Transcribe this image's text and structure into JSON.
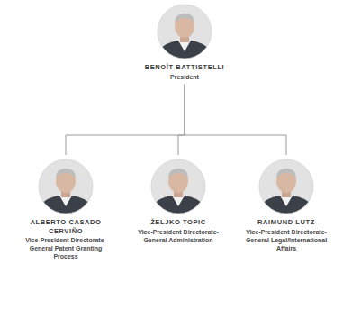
{
  "diagram": {
    "nodes": [
      {
        "text": [
          "BENOÎT BATTISTELLI",
          "President"
        ]
      },
      {
        "text": [
          "ALBERTO CASADO CERVIÑO",
          "Vice-President Directorate-General Patent Granting Process"
        ]
      },
      {
        "text": [
          "ŽELJKO TOPIC",
          "Vice-President Directorate-General Administration"
        ]
      },
      {
        "text": [
          "RAIMUND LUTZ",
          "Vice-President Directorate-General Legal/International Affairs"
        ]
      }
    ],
    "edges": [
      {
        "from": 0,
        "to": 1,
        "arrow": "none"
      },
      {
        "from": 0,
        "to": 2,
        "arrow": "none"
      },
      {
        "from": 0,
        "to": 3,
        "arrow": "none"
      }
    ]
  }
}
